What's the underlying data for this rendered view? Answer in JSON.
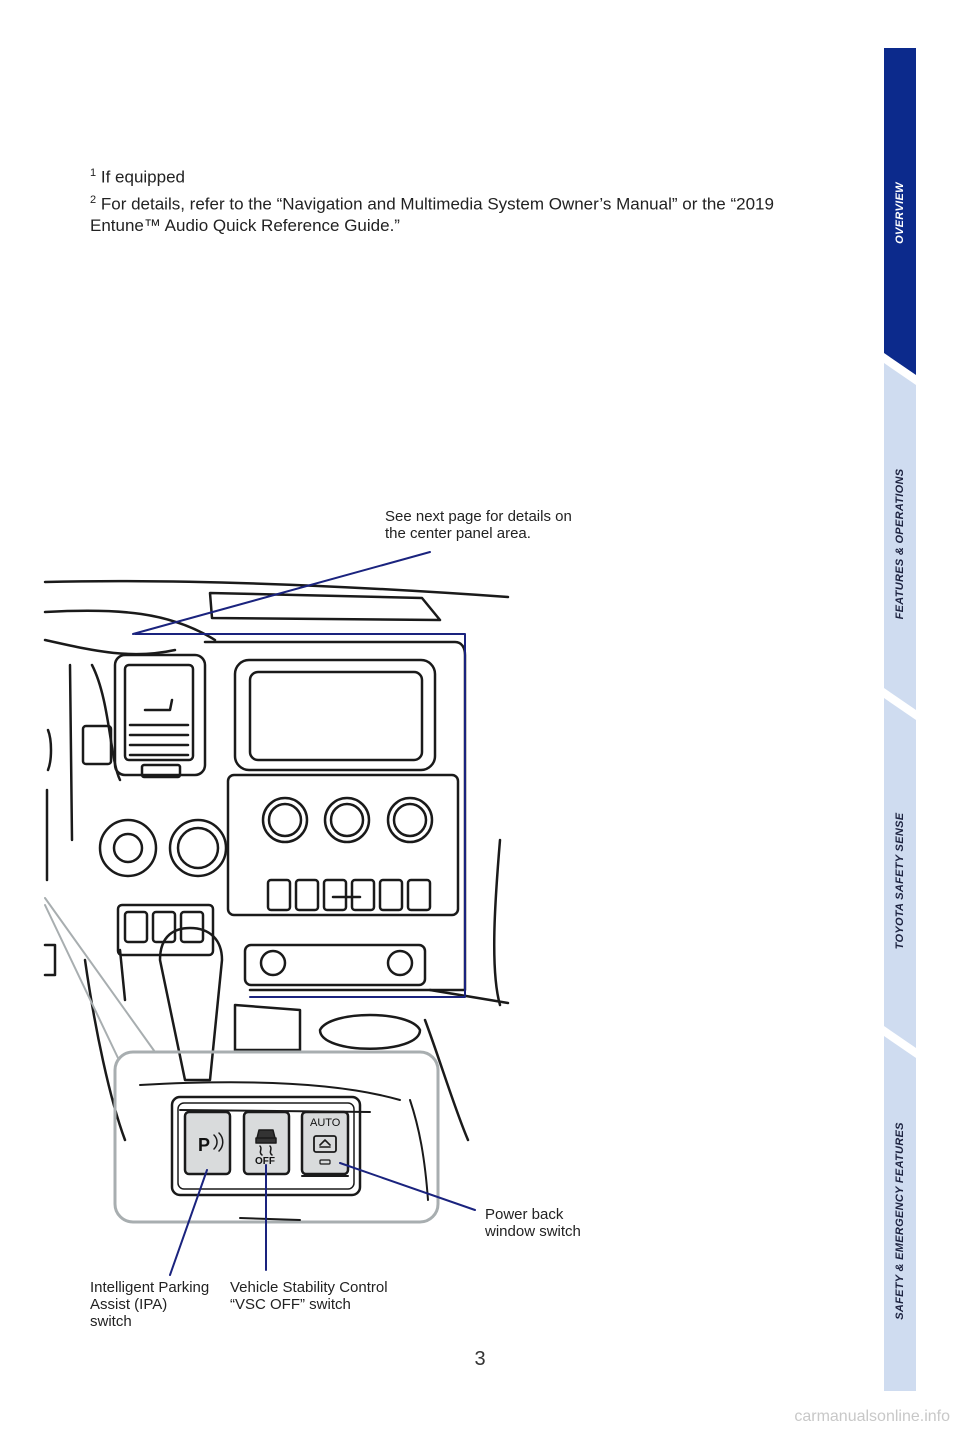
{
  "footnotes": {
    "note1_marker": "1",
    "note1_text": "If equipped",
    "note2_marker": "2",
    "note2_text": "For details, refer to the “Navigation and Multimedia System Owner’s Manual” or the “2019 Entune™ Audio Quick Reference Guide.”"
  },
  "sidebar": {
    "tabs": [
      {
        "label": "OVERVIEW",
        "active": true
      },
      {
        "label": "FEATURES & OPERATIONS",
        "active": false
      },
      {
        "label": "TOYOTA SAFETY SENSE",
        "active": false
      },
      {
        "label": "SAFETY & EMERGENCY FEATURES",
        "active": false
      }
    ],
    "active_color": "#0c2a8c",
    "inactive_color": "#cfdcf0"
  },
  "callouts": {
    "center_panel_line1": "See next page for details on",
    "center_panel_line2": "the center panel area.",
    "power_window_line1": "Power back",
    "power_window_line2": "window switch",
    "ipa_line1": "Intelligent Parking",
    "ipa_line2": "Assist (IPA)",
    "ipa_line3": "switch",
    "vsc_line1": "Vehicle Stability Control",
    "vsc_line2": "“VSC OFF” switch"
  },
  "switch_labels": {
    "ipa": "P",
    "vsc": "OFF",
    "auto": "AUTO"
  },
  "page_number": "3",
  "watermark": "carmanualsonline.info",
  "colors": {
    "callout_line": "#1a237e",
    "highlight_box": "#1a237e",
    "detail_outline": "#a8aeb0"
  }
}
